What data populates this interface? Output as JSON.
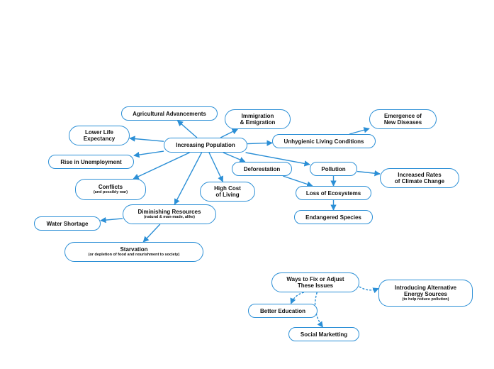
{
  "nodes": {
    "central": {
      "label": "Increasing Population"
    },
    "agri": {
      "label": "Agricultural Advancements"
    },
    "immig": {
      "label": "Immigration\n& Emigration"
    },
    "emerge": {
      "label": "Emergence of\nNew Diseases"
    },
    "lifeexp": {
      "label": "Lower Life\nExpectancy"
    },
    "unhyg": {
      "label": "Unhygienic Living Conditions"
    },
    "unemp": {
      "label": "Rise in Unemployment"
    },
    "defor": {
      "label": "Deforestation"
    },
    "pollu": {
      "label": "Pollution"
    },
    "rates": {
      "label": "Increased Rates\nof Climate Change"
    },
    "conflicts": {
      "label": "Conflicts",
      "sub": "(and possibly war)"
    },
    "cost": {
      "label": "High Cost\nof Living"
    },
    "ecos": {
      "label": "Loss of Ecosystems"
    },
    "dimin": {
      "label": "Diminishing Resources",
      "sub": "(natural & man-made, alike)"
    },
    "water": {
      "label": "Water Shortage"
    },
    "species": {
      "label": "Endangered Species"
    },
    "starv": {
      "label": "Starvation",
      "sub": "(or depletion of food and nourishment to society)"
    },
    "fix": {
      "label": "Ways to Fix or Adjust\nThese Issues"
    },
    "energy": {
      "label": "Introducing Alternative\nEnergy Sources",
      "sub": "(to help reduce pollution)"
    },
    "edu": {
      "label": "Better Education"
    },
    "social": {
      "label": "Social Marketting"
    }
  },
  "links": [
    {
      "from": "central",
      "to": "agri",
      "style": "solid"
    },
    {
      "from": "central",
      "to": "immig",
      "style": "solid"
    },
    {
      "from": "central",
      "to": "lifeexp",
      "style": "solid"
    },
    {
      "from": "central",
      "to": "unhyg",
      "style": "solid"
    },
    {
      "from": "central",
      "to": "unemp",
      "style": "solid"
    },
    {
      "from": "central",
      "to": "defor",
      "style": "solid"
    },
    {
      "from": "central",
      "to": "pollu",
      "style": "solid"
    },
    {
      "from": "central",
      "to": "conflicts",
      "style": "solid"
    },
    {
      "from": "central",
      "to": "cost",
      "style": "solid"
    },
    {
      "from": "central",
      "to": "dimin",
      "style": "solid"
    },
    {
      "from": "unhyg",
      "to": "emerge",
      "style": "solid"
    },
    {
      "from": "pollu",
      "to": "rates",
      "style": "solid"
    },
    {
      "from": "pollu",
      "to": "ecos",
      "style": "solid"
    },
    {
      "from": "defor",
      "to": "ecos",
      "style": "solid"
    },
    {
      "from": "ecos",
      "to": "species",
      "style": "solid"
    },
    {
      "from": "dimin",
      "to": "water",
      "style": "solid"
    },
    {
      "from": "dimin",
      "to": "starv",
      "style": "solid"
    },
    {
      "from": "fix",
      "to": "energy",
      "style": "dashed"
    },
    {
      "from": "fix",
      "to": "edu",
      "style": "dashed"
    },
    {
      "from": "fix",
      "to": "social",
      "style": "dashed"
    }
  ],
  "colors": {
    "line": "#2b8fd6",
    "text": "#111111"
  }
}
